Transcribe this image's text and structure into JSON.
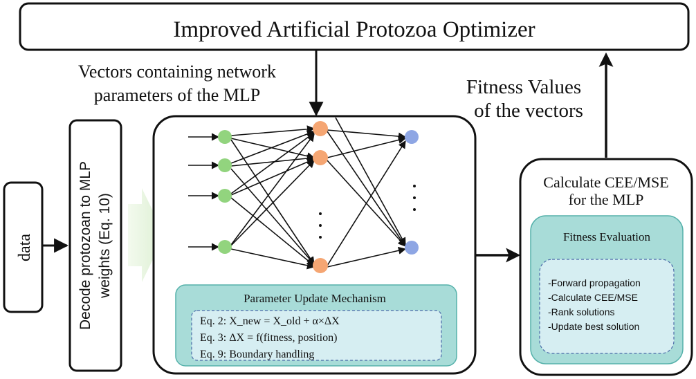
{
  "title": "Improved Artificial Protozoa Optimizer",
  "input_label": "data",
  "decode_label_line1": "Decode protozoan to MLP",
  "decode_label_line2": "weights (Eq. 10)",
  "vectors_label_line1": "Vectors containing network",
  "vectors_label_line2": "parameters of the MLP",
  "fitness_label_line1": "Fitness Values",
  "fitness_label_line2": "of the vectors",
  "calc_label_line1": "Calculate CEE/MSE",
  "calc_label_line2": "for the MLP",
  "fitness_eval_title": "Fitness Evaluation",
  "fitness_steps": [
    "-Forward propagation",
    "-Calculate CEE/MSE",
    "-Rank solutions",
    "-Update best solution"
  ],
  "param_update_title": "Parameter Update Mechanism",
  "equations": [
    "Eq. 2: X_new = X_old + α×ΔX",
    "Eq. 3: ΔX = f(fitness, position)",
    "Eq. 9: Boundary handling"
  ],
  "colors": {
    "input_node": "#92d47e",
    "hidden_node": "#f5a673",
    "output_node": "#8ea6e4",
    "panel_fill": "#a8dcd8",
    "panel_border": "#55b1aa",
    "dashed_border": "#4a6aa8",
    "stroke": "#111111",
    "arrow_fill": "#e8f5e0"
  }
}
